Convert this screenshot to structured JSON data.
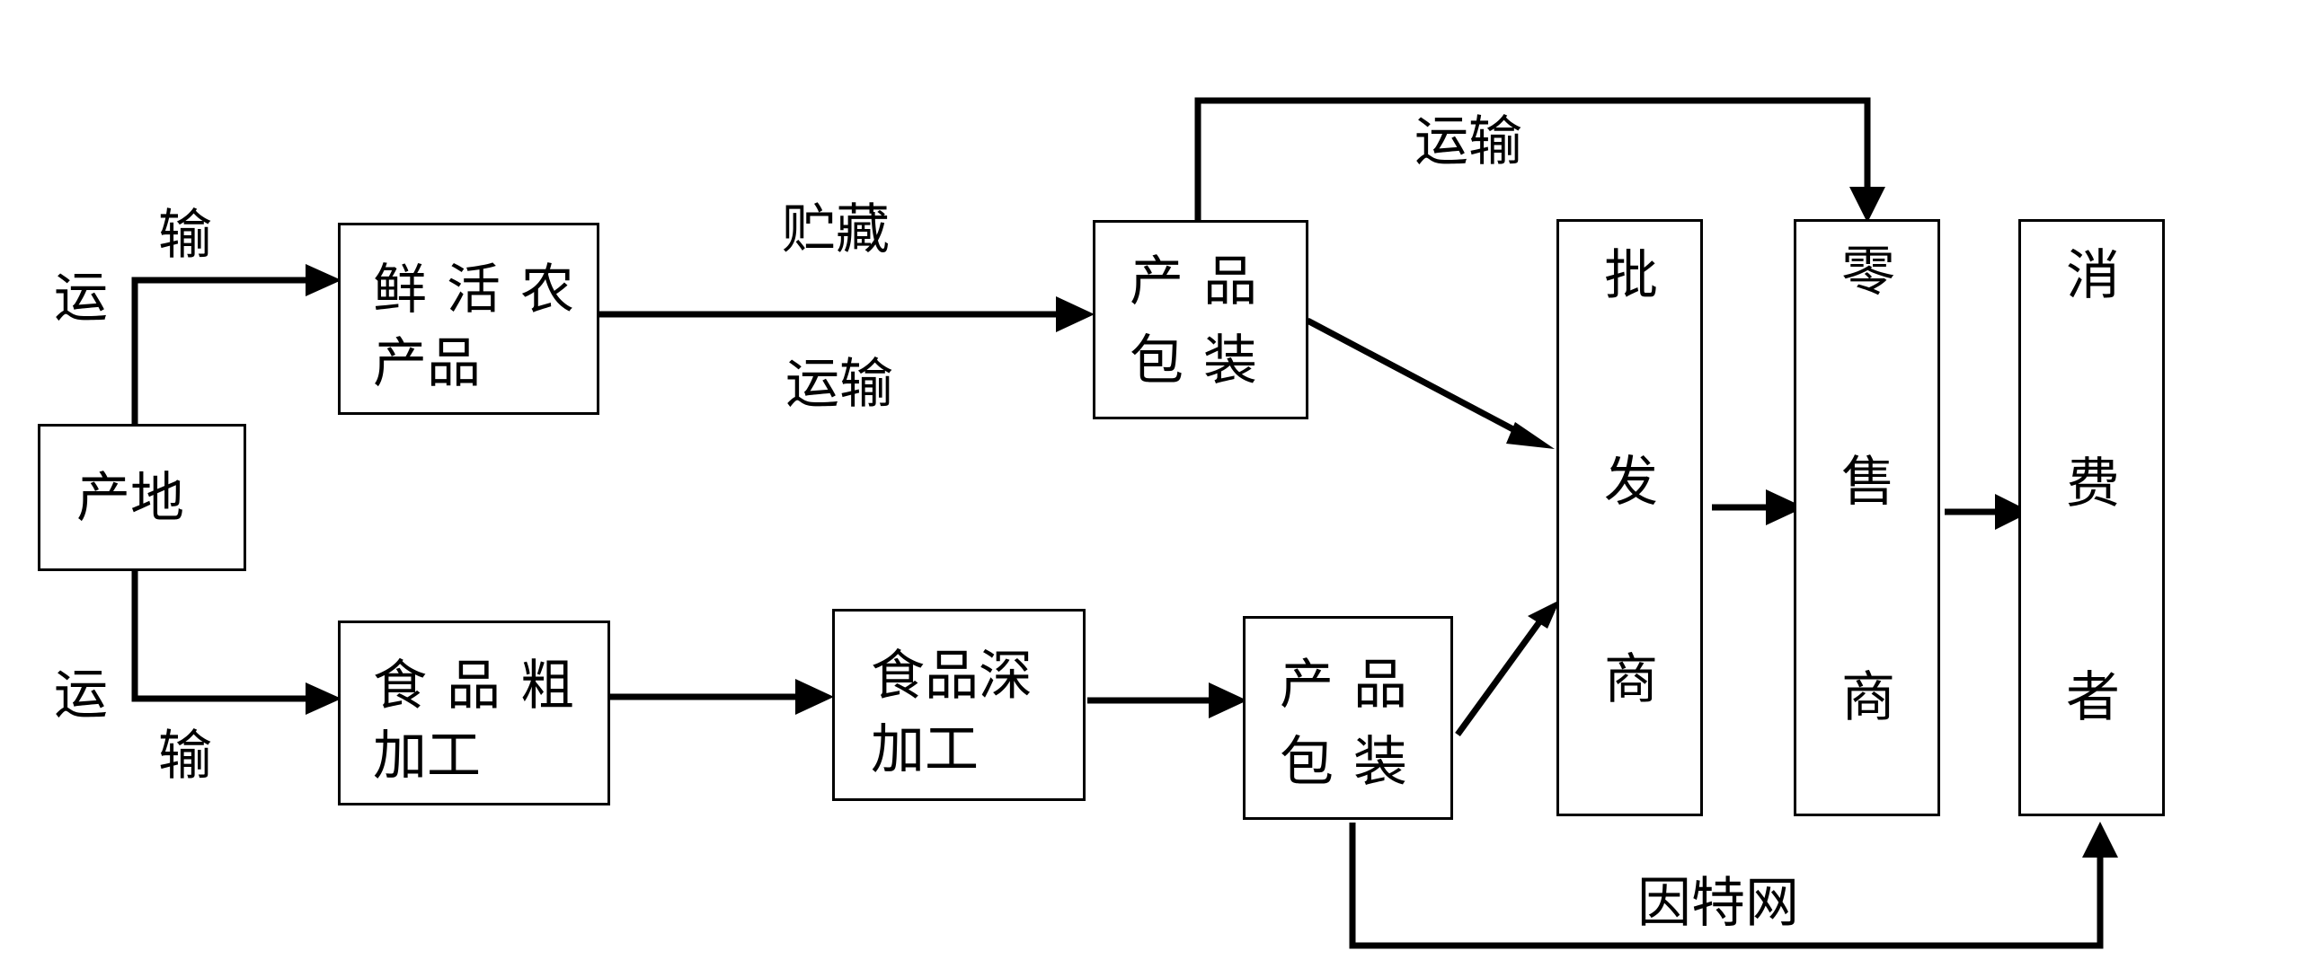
{
  "diagram": {
    "nodes": {
      "origin": {
        "label": "产地"
      },
      "fresh": {
        "line1": "鲜活农",
        "line2": "产品"
      },
      "pack1": {
        "line1": "产品",
        "line2": "包装"
      },
      "rough": {
        "line1": "食品粗",
        "line2": "加工"
      },
      "deep": {
        "line1": "食品深",
        "line2": "加工"
      },
      "pack2": {
        "line1": "产品",
        "line2": "包装"
      },
      "wholesale": {
        "c1": "批",
        "c2": "发",
        "c3": "商"
      },
      "retail": {
        "c1": "零",
        "c2": "售",
        "c3": "商"
      },
      "consumer": {
        "c1": "消",
        "c2": "费",
        "c3": "者"
      }
    },
    "edge_labels": {
      "top_left_yun": "运",
      "top_left_shu": "输",
      "bottom_left_yun": "运",
      "bottom_left_shu": "输",
      "storage": "贮藏",
      "transport_mid": "运输",
      "transport_top": "运输",
      "internet": "因特网"
    }
  }
}
